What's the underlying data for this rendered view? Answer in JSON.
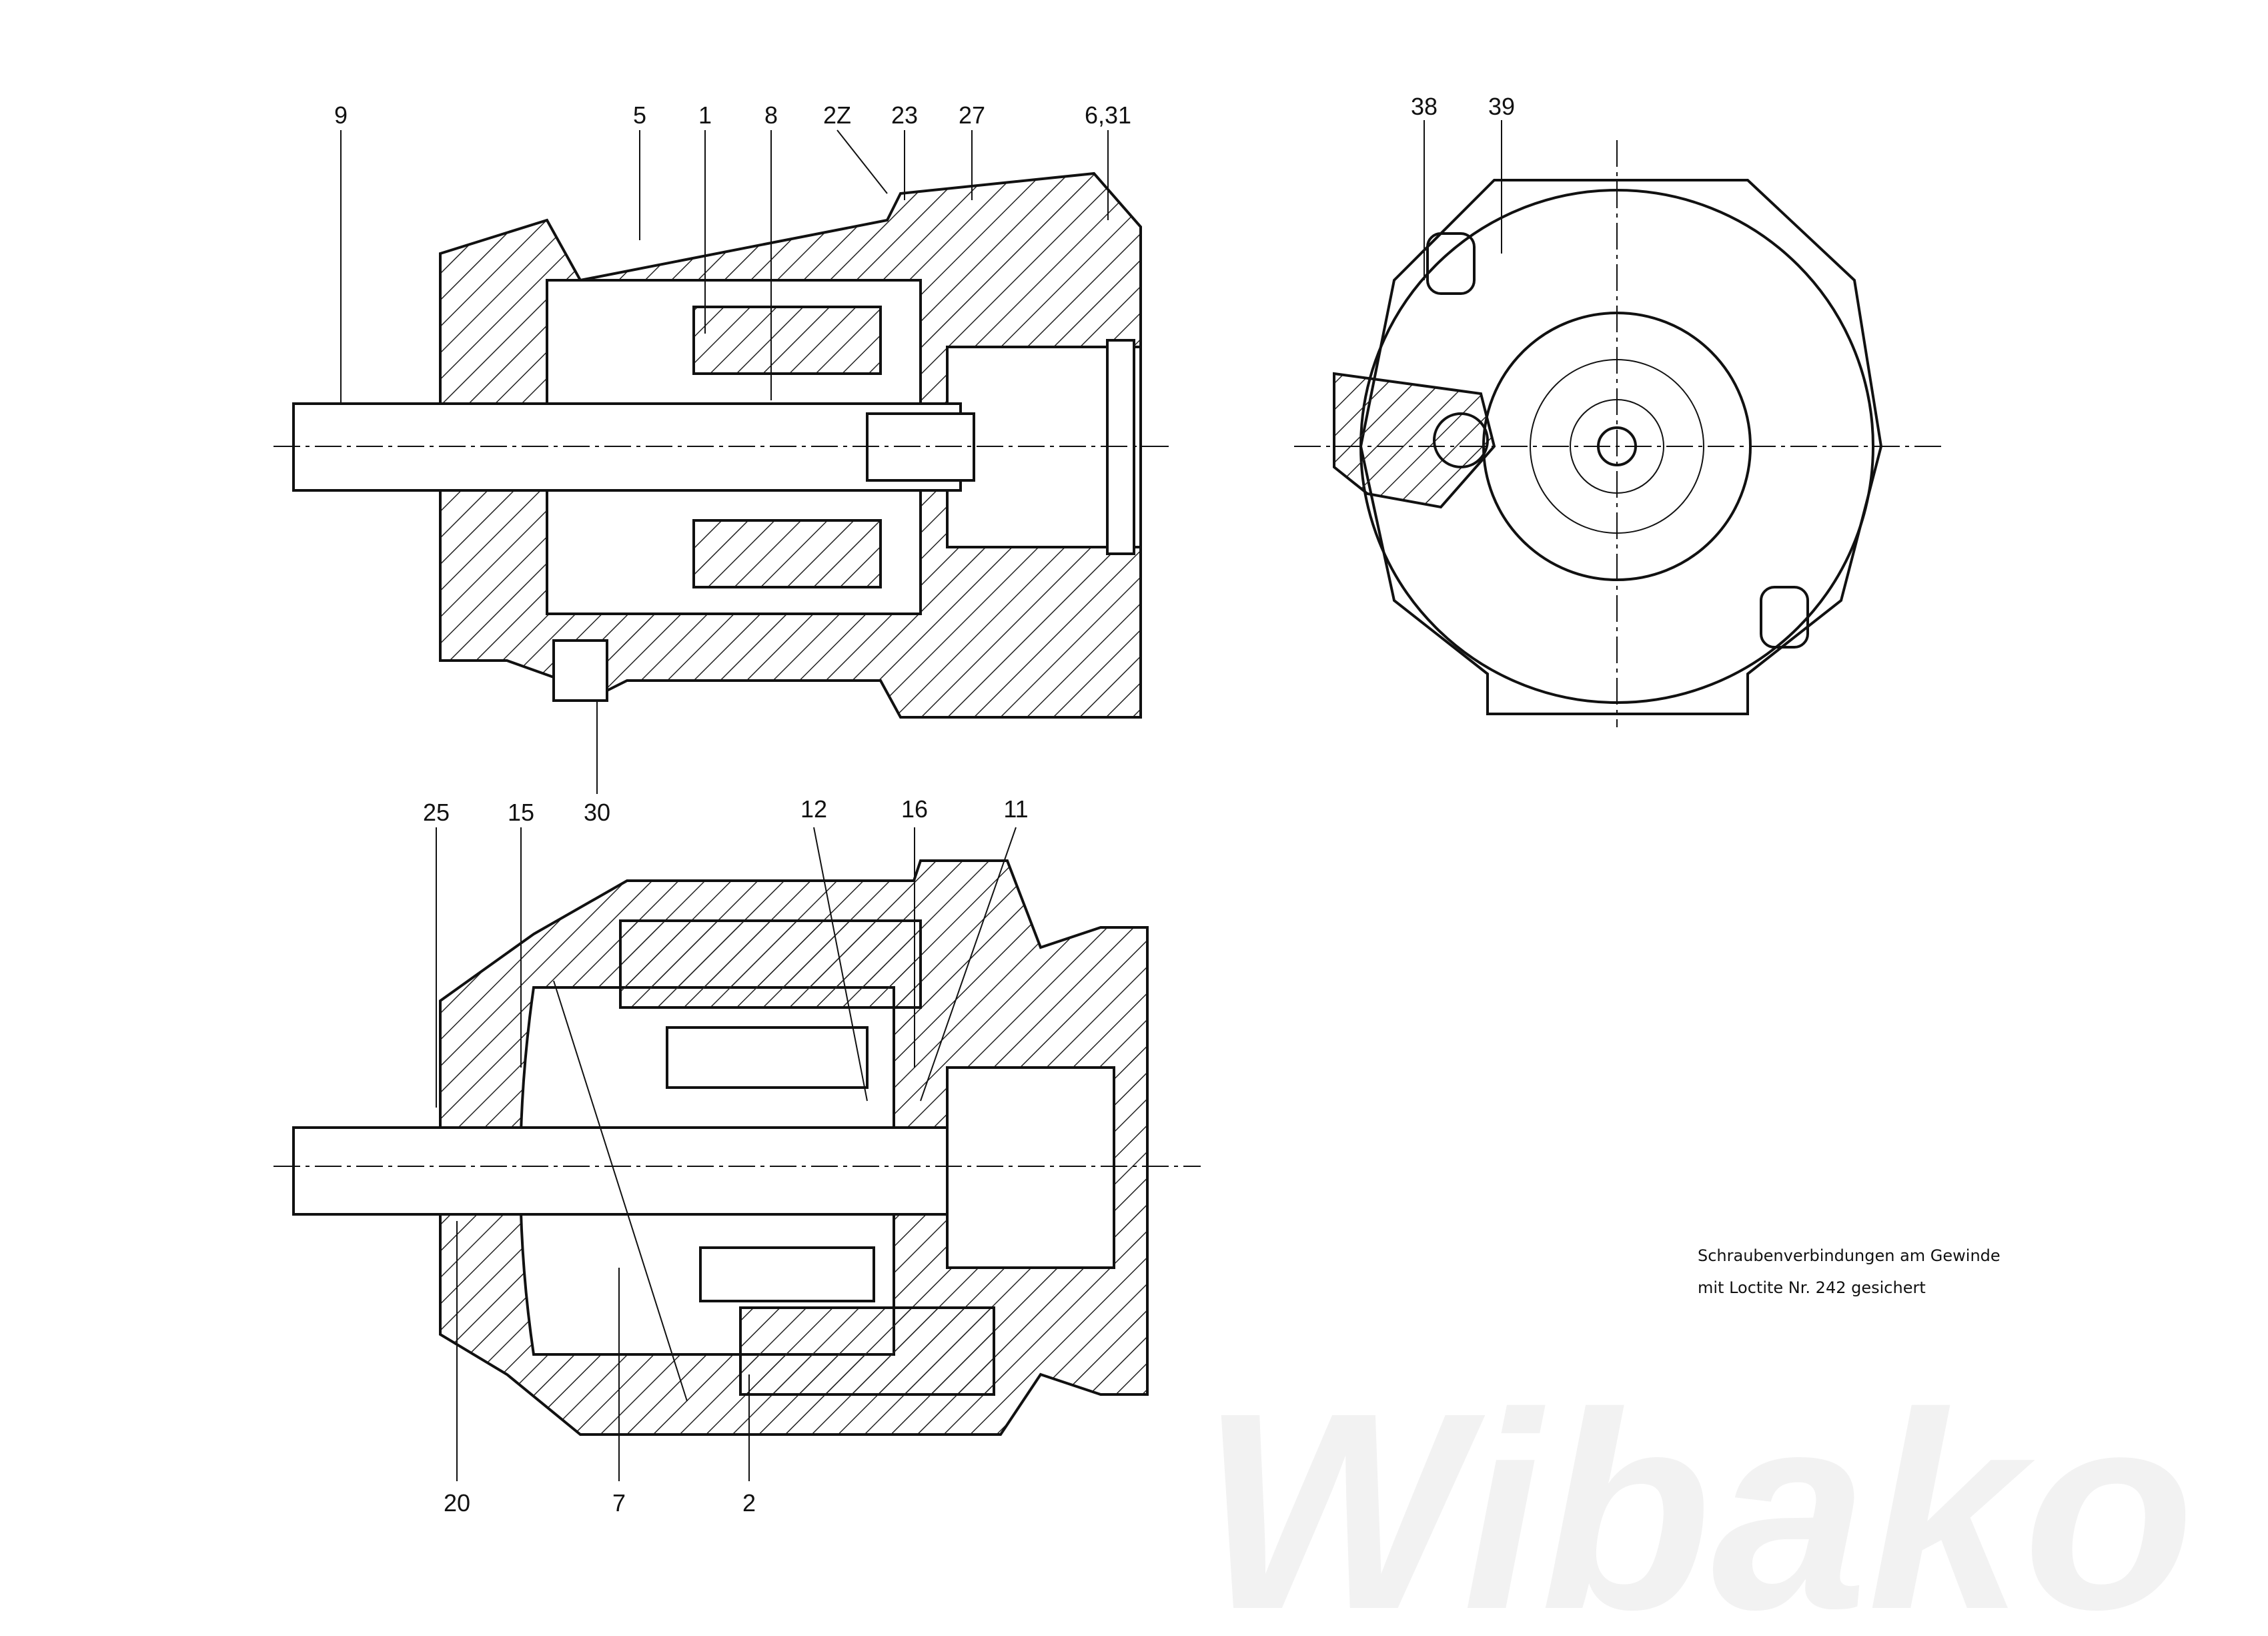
{
  "drawing": {
    "watermark": "Wibako",
    "top_section_labels": [
      "9",
      "5",
      "1",
      "8",
      "2Z",
      "23",
      "27",
      "6,31"
    ],
    "end_view_labels": [
      "38",
      "39"
    ],
    "top_section_bottom_labels": [
      "30"
    ],
    "bottom_section_top_labels": [
      "25",
      "15",
      "12",
      "16",
      "11"
    ],
    "bottom_section_bottom_labels": [
      "20",
      "7",
      "2"
    ],
    "note": {
      "line1": "Schraubenverbindungen am Gewinde",
      "line2": "mit Loctite Nr. 242 gesichert"
    }
  }
}
